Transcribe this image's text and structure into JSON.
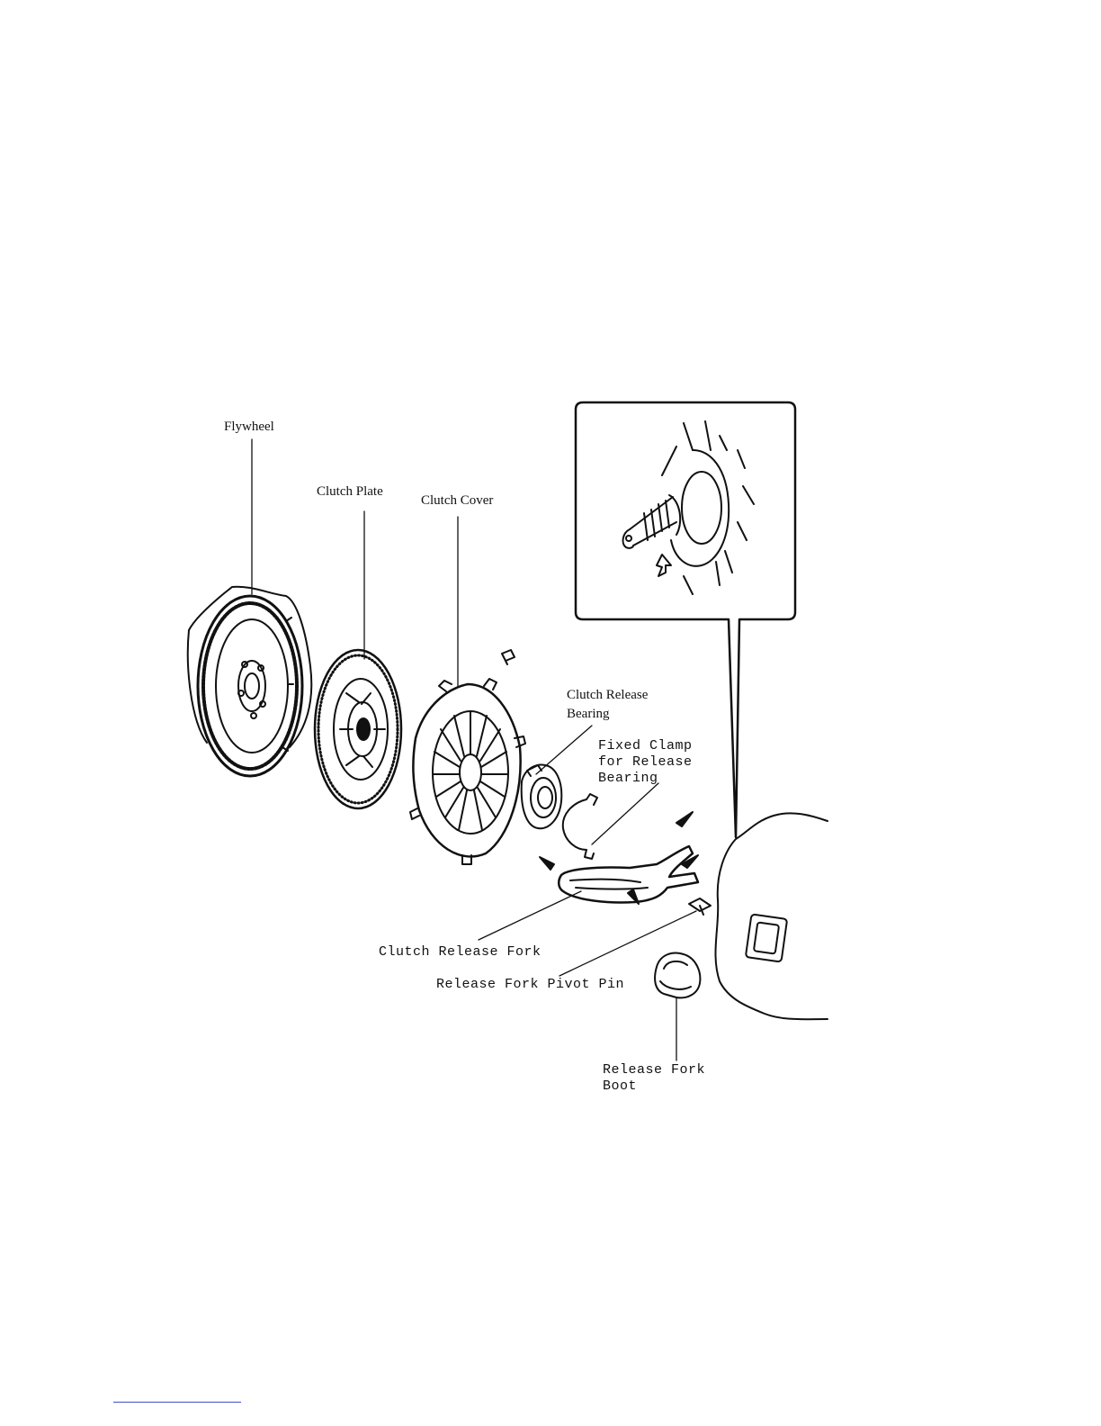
{
  "labels": {
    "flywheel": "Flywheel",
    "clutch_plate": "Clutch Plate",
    "clutch_cover": "Clutch Cover",
    "release_bearing_1": "Clutch Release",
    "release_bearing_2": "Bearing",
    "fixed_clamp_1": "Fixed Clamp",
    "fixed_clamp_2": "for Release",
    "fixed_clamp_3": "Bearing",
    "release_fork": "Clutch Release Fork",
    "pivot_pin": "Release Fork Pivot Pin",
    "fork_boot_1": "Release Fork",
    "fork_boot_2": "Boot"
  },
  "colors": {
    "line": "#111111",
    "footnote_rule": "#3a50c8"
  }
}
